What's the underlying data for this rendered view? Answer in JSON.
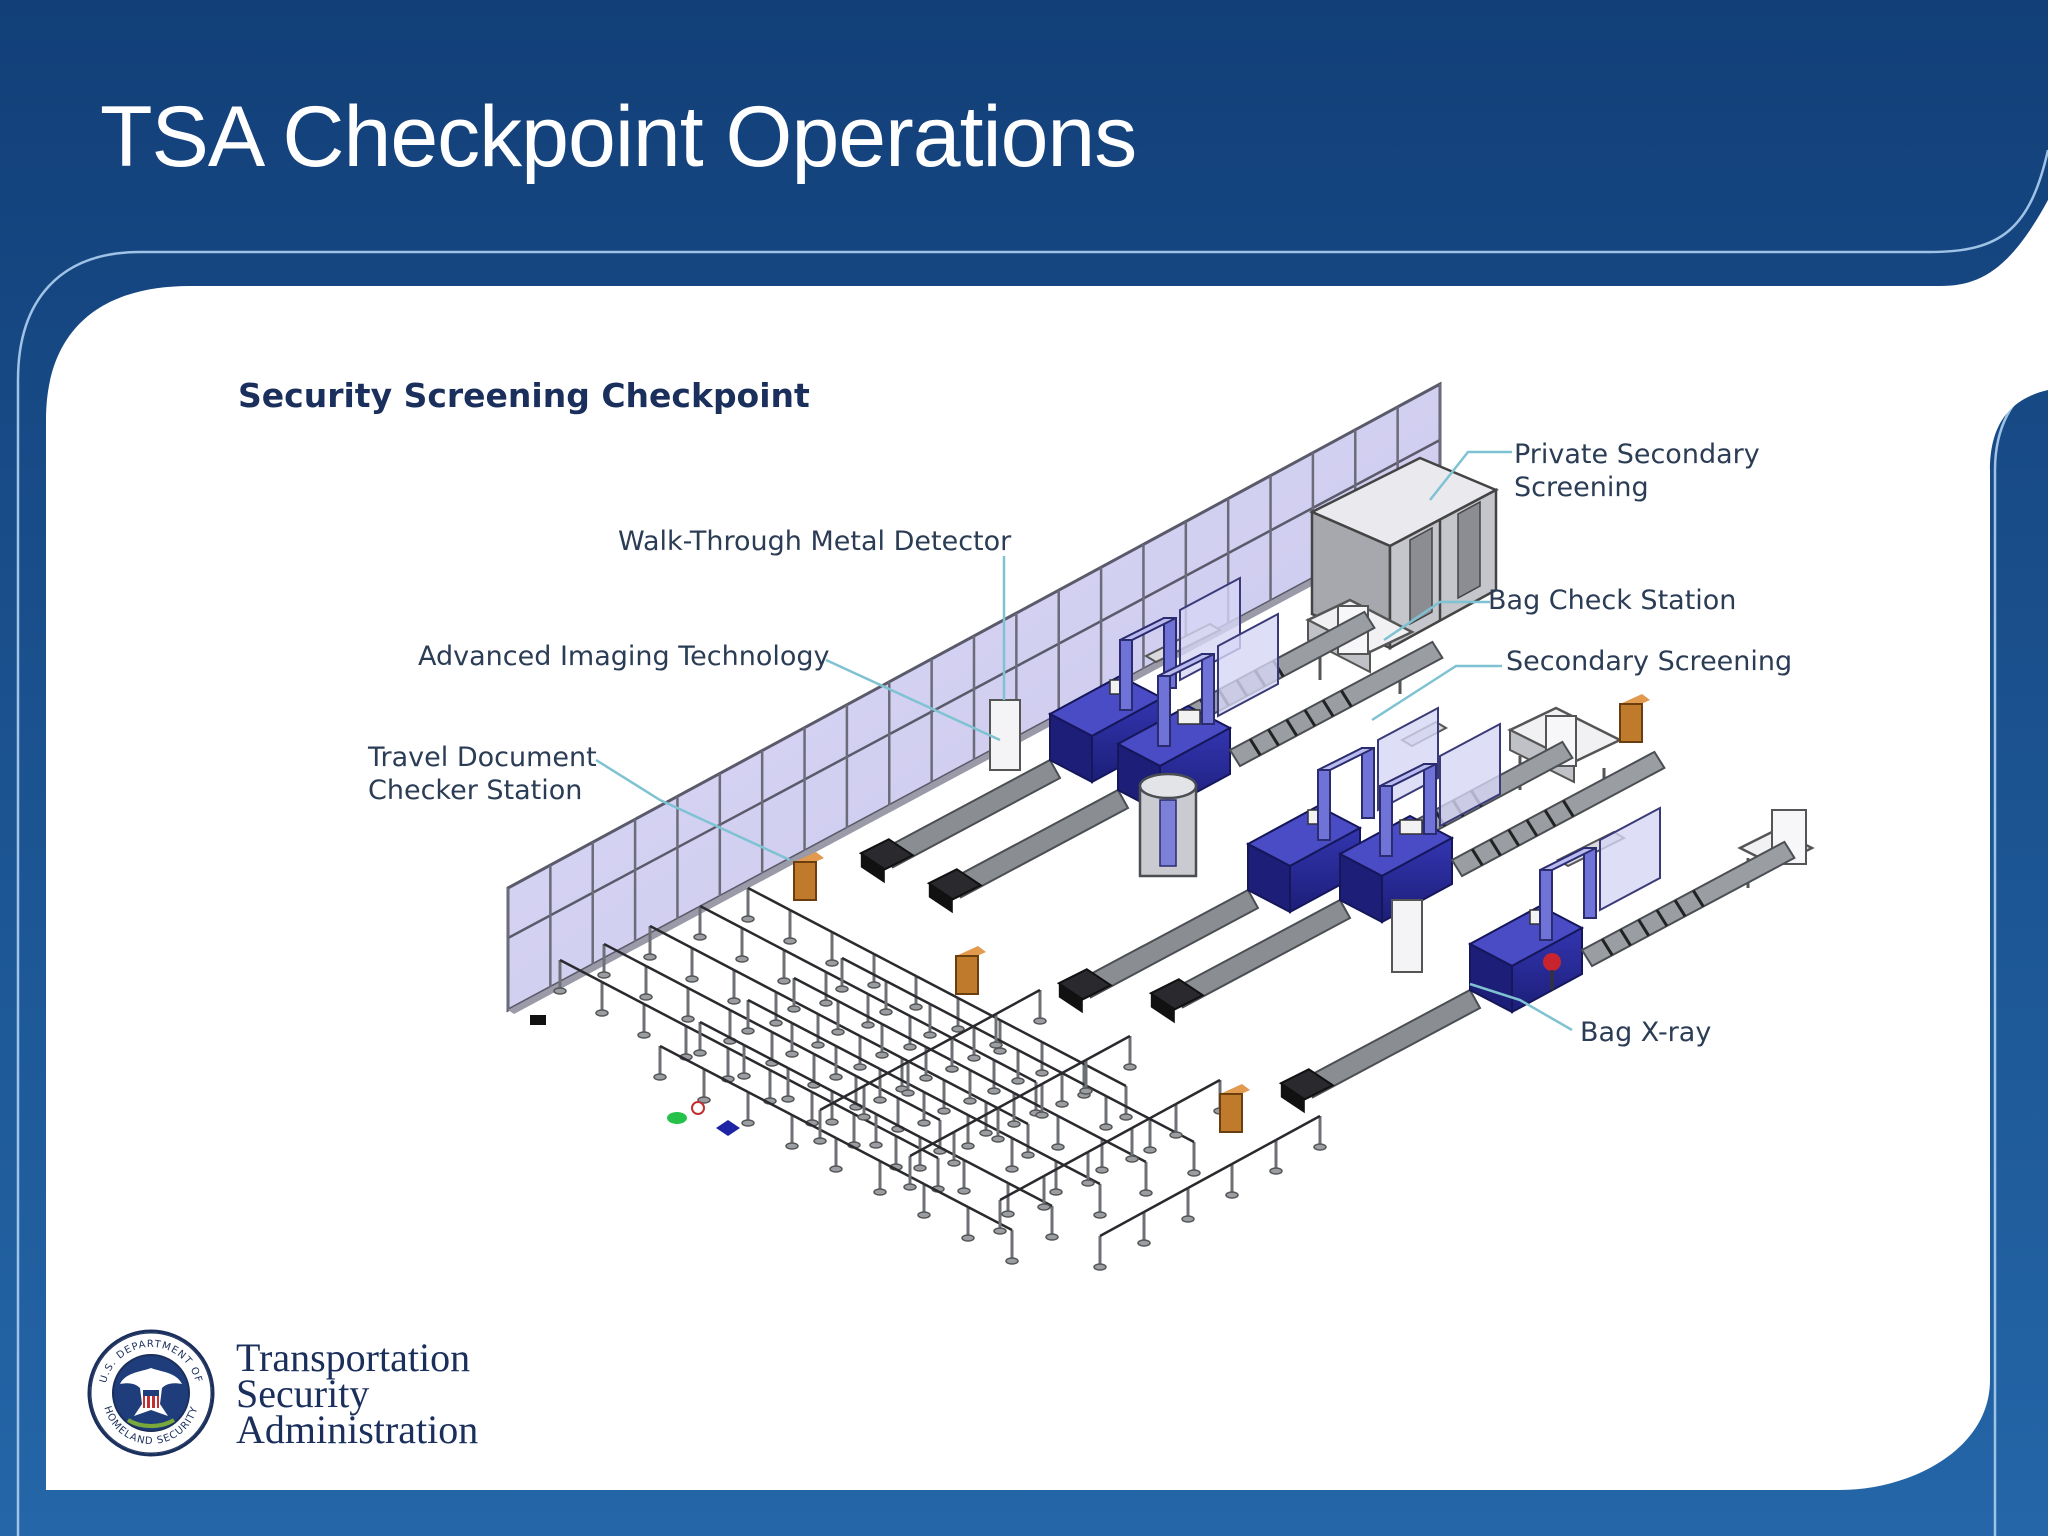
{
  "slide": {
    "title": "TSA Checkpoint Operations"
  },
  "diagram": {
    "title": "Security Screening Checkpoint",
    "callouts": {
      "private_secondary_line1": "Private Secondary",
      "private_secondary_line2": "Screening",
      "walk_through_metal_detector": "Walk-Through Metal Detector",
      "bag_check_station": "Bag Check Station",
      "advanced_imaging_technology": "Advanced Imaging Technology",
      "secondary_screening": "Secondary Screening",
      "travel_document_line1": "Travel Document",
      "travel_document_line2": "Checker Station",
      "bag_xray": "Bag X-ray"
    }
  },
  "footer": {
    "org_line1": "Transportation",
    "org_line2": "Security",
    "org_line3": "Administration",
    "seal_text_top": "U.S. DEPARTMENT OF",
    "seal_text_bottom": "HOMELAND SECURITY"
  },
  "colors": {
    "frame_blue": "#1d5591",
    "frame_dark": "#123f78",
    "panel_white": "#ffffff",
    "glass_panel": "#d4d2f2",
    "machine_blue": "#2a2c9a",
    "conveyor_gray": "#8a8e93",
    "callout_line": "#7fc2d2",
    "kiosk_orange": "#c07a2c"
  }
}
